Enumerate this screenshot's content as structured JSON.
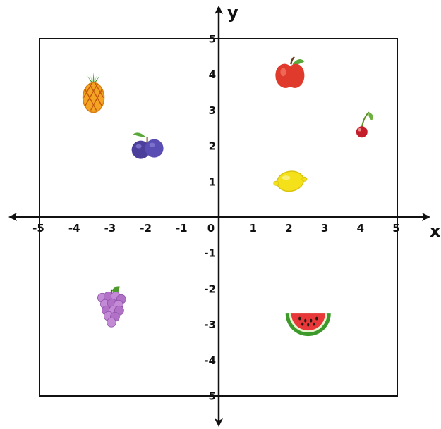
{
  "chart_data": {
    "type": "scatter",
    "xlabel": "x",
    "ylabel": "y",
    "xlim": [
      -5,
      5
    ],
    "ylim": [
      -5,
      5
    ],
    "x_ticks": [
      "-5",
      "-4",
      "-3",
      "-2",
      "-1",
      "0",
      "1",
      "2",
      "3",
      "4",
      "5"
    ],
    "y_ticks": [
      "5",
      "4",
      "3",
      "2",
      "1",
      "-1",
      "-2",
      "-3",
      "-4",
      "-5"
    ],
    "grid": false,
    "points": [
      {
        "icon": "pineapple-icon",
        "x": -3.5,
        "y": 3.5
      },
      {
        "icon": "plum-icon",
        "x": -2,
        "y": 2
      },
      {
        "icon": "apple-icon",
        "x": 2,
        "y": 4
      },
      {
        "icon": "cherry-icon",
        "x": 4,
        "y": 2.5
      },
      {
        "icon": "lemon-icon",
        "x": 2,
        "y": 1
      },
      {
        "icon": "grapes-icon",
        "x": -3,
        "y": -2.5
      },
      {
        "icon": "watermelon-icon",
        "x": 2.5,
        "y": -3
      }
    ]
  }
}
